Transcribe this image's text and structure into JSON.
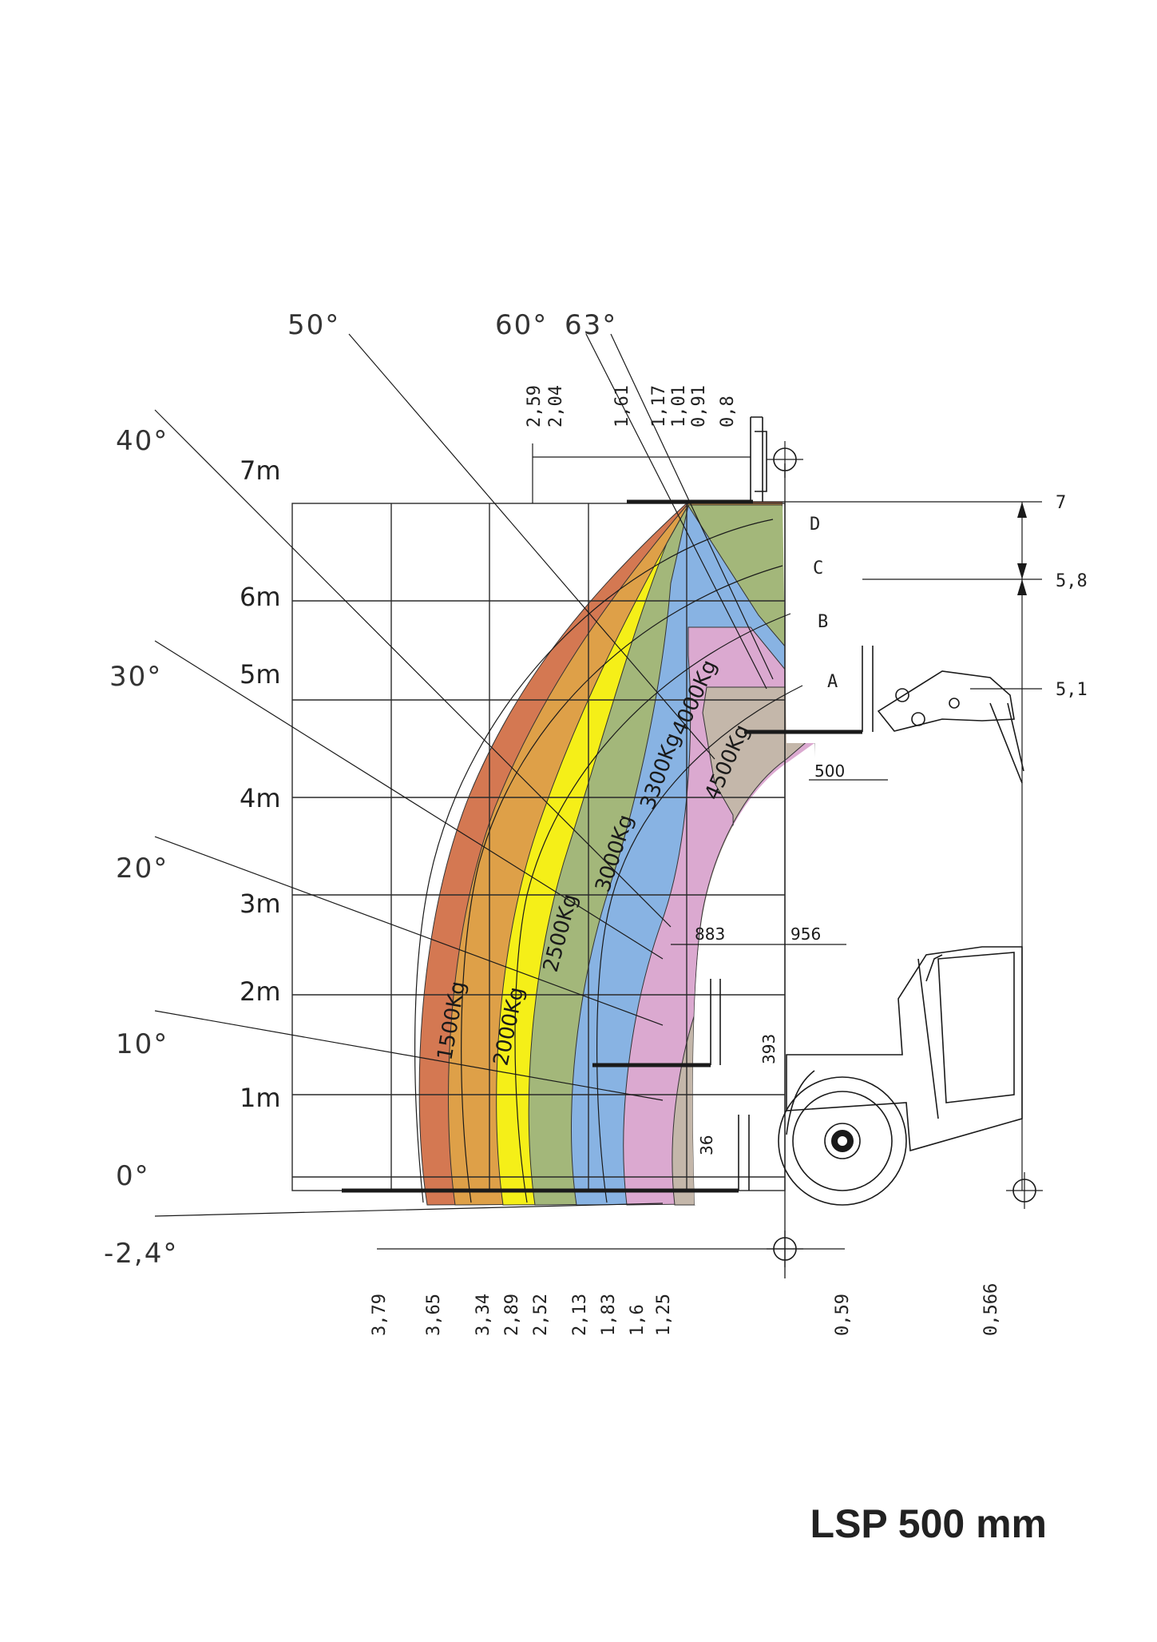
{
  "title": "LSP 500 mm",
  "left_scale": [
    "7m",
    "6m",
    "5m",
    "4m",
    "3m",
    "2m",
    "1m"
  ],
  "right_scale": [
    "7",
    "5,8",
    "5,1"
  ],
  "angles": [
    "50°",
    "60°",
    "63°",
    "40°",
    "30°",
    "20°",
    "10°",
    "0°",
    "-2,4°"
  ],
  "top_reach": [
    "2,59",
    "2,04",
    "1,61",
    "1,17",
    "1,01",
    "0,91",
    "0,8"
  ],
  "bottom_reach": [
    "3,79",
    "3,65",
    "3,34",
    "2,89",
    "2,52",
    "2,13",
    "1,83",
    "1,6",
    "1,25",
    "0,59",
    "0,566"
  ],
  "zones": [
    "1500Kg",
    "2000Kg",
    "2500Kg",
    "3000Kg",
    "3300Kg",
    "4000Kg",
    "4500Kg"
  ],
  "points": [
    "A",
    "B",
    "C",
    "D"
  ],
  "dims": {
    "d500": "500",
    "d883": "883",
    "d956": "956",
    "d393": "393",
    "d36": "36"
  },
  "colors": {
    "z1500": "#d47852",
    "z2000": "#dea048",
    "z2500": "#f5ef18",
    "z3000": "#a3b77a",
    "z3300": "#88b3e3",
    "z4000": "#dba9d0",
    "z4500": "#c4b7aa"
  }
}
